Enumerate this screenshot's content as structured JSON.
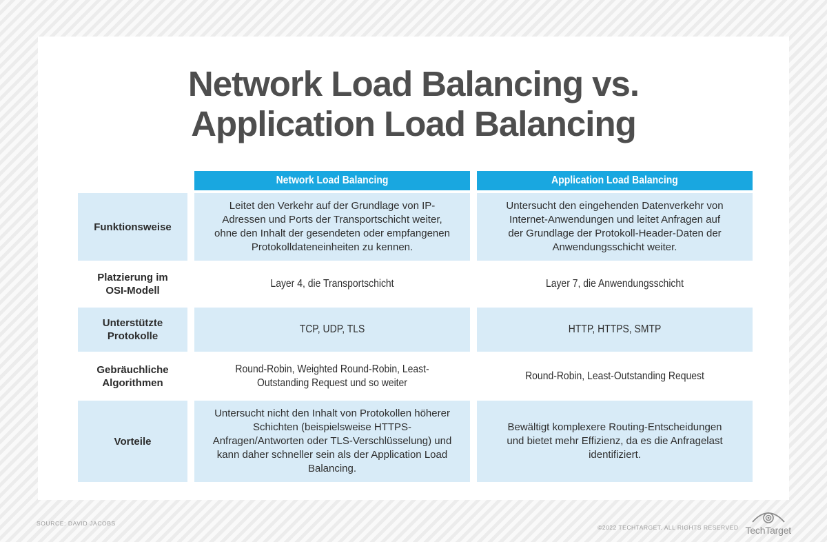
{
  "title": {
    "line1": "Network Load Balancing vs.",
    "line2": "Application Load Balancing"
  },
  "chart_data": {
    "type": "table",
    "title": "Network Load Balancing vs. Application Load Balancing",
    "columns": [
      "",
      "Network Load Balancing",
      "Application Load Balancing"
    ],
    "rows": [
      [
        "Funktionsweise",
        "Leitet den Verkehr auf der Grundlage von IP-Adressen und Ports der Transportschicht weiter, ohne den Inhalt der gesendeten oder empfangenen Protokolldateneinheiten zu kennen.",
        "Untersucht den eingehenden Datenverkehr von Internet-Anwendungen und leitet Anfragen auf der Grundlage der Protokoll-Header-Daten der Anwendungsschicht weiter."
      ],
      [
        "Platzierung im OSI-Modell",
        "Layer 4, die Transportschicht",
        "Layer 7, die Anwendungsschicht"
      ],
      [
        "Unterstützte Protokolle",
        "TCP, UDP, TLS",
        "HTTP, HTTPS, SMTP"
      ],
      [
        "Gebräuchliche Algorithmen",
        "Round-Robin, Weighted Round-Robin, Least-Outstanding Request und so weiter",
        "Round-Robin, Least-Outstanding Request"
      ],
      [
        "Vorteile",
        "Untersucht nicht den Inhalt von Protokollen höherer Schichten (beispielsweise HTTPS-Anfragen/Antworten oder TLS-Verschlüsselung) und kann daher schneller sein als der Application Load Balancing.",
        "Bewältigt komplexere Routing-Entscheidungen und bietet mehr Effizienz, da es die Anfragelast identifiziert."
      ]
    ],
    "layout_hints": {
      "shaded_rows": [
        0,
        2,
        4
      ],
      "header_color": "#19a7e0",
      "shade_color": "#d8ebf7"
    }
  },
  "footer": {
    "source": "SOURCE: DAVID JACOBS",
    "copyright": "©2022 TECHTARGET. ALL RIGHTS RESERVED",
    "brand": "TechTarget"
  },
  "colors": {
    "header_blue": "#19a7e0",
    "cell_light_blue": "#d8ebf7",
    "title_gray": "#4e4e4e"
  }
}
